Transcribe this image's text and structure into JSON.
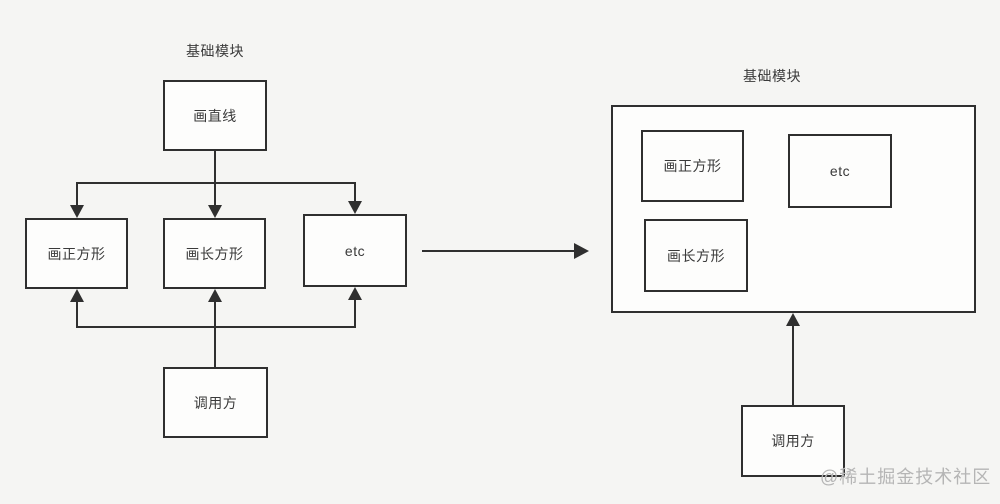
{
  "left": {
    "title": "基础模块",
    "nodes": {
      "draw_line": "画直线",
      "draw_square": "画正方形",
      "draw_rectangle": "画长方形",
      "etc": "etc",
      "caller": "调用方"
    }
  },
  "right": {
    "title": "基础模块",
    "nodes": {
      "draw_square": "画正方形",
      "etc": "etc",
      "draw_rectangle": "画长方形",
      "caller": "调用方"
    }
  },
  "watermark": "@稀土掘金技术社区",
  "colors": {
    "background": "#f5f5f3",
    "line": "#2f2f2f",
    "box_fill": "#fdfdfc",
    "text": "#3a3a3a",
    "watermark": "#b5b5b5"
  }
}
